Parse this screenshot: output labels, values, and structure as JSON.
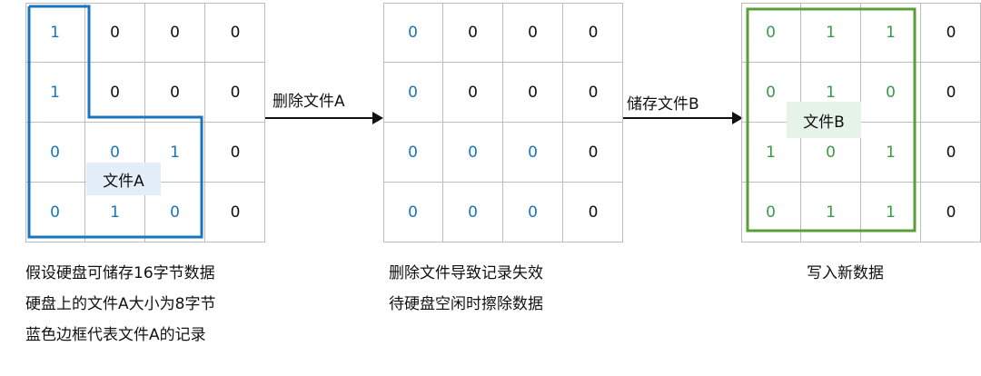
{
  "colors": {
    "file_a": "#1a75bc",
    "file_b": "#5a9e3a",
    "file_b_text": "#3a9a4a",
    "label_a_bg": "#e3eef8",
    "label_b_bg": "#e6f3e8",
    "grid_line": "#bdbdbd"
  },
  "panels": [
    {
      "cells": [
        [
          "1",
          "0",
          "0",
          "0"
        ],
        [
          "1",
          "0",
          "0",
          "0"
        ],
        [
          "0",
          "0",
          "1",
          "0"
        ],
        [
          "0",
          "1",
          "0",
          "0"
        ]
      ],
      "cell_colors": [
        [
          "blue",
          "black",
          "black",
          "black"
        ],
        [
          "blue",
          "black",
          "black",
          "black"
        ],
        [
          "blue",
          "blue",
          "blue",
          "black"
        ],
        [
          "blue",
          "blue",
          "blue",
          "black"
        ]
      ],
      "file_label": "文件A",
      "caption": [
        "假设硬盘可储存16字节数据",
        "硬盘上的文件A大小为8字节",
        "蓝色边框代表文件A的记录"
      ]
    },
    {
      "cells": [
        [
          "0",
          "0",
          "0",
          "0"
        ],
        [
          "0",
          "0",
          "0",
          "0"
        ],
        [
          "0",
          "0",
          "0",
          "0"
        ],
        [
          "0",
          "0",
          "0",
          "0"
        ]
      ],
      "cell_colors": [
        [
          "blue",
          "black",
          "black",
          "black"
        ],
        [
          "blue",
          "black",
          "black",
          "black"
        ],
        [
          "blue",
          "blue",
          "blue",
          "black"
        ],
        [
          "blue",
          "blue",
          "blue",
          "black"
        ]
      ],
      "caption": [
        "删除文件导致记录失效",
        "待硬盘空闲时擦除数据"
      ]
    },
    {
      "cells": [
        [
          "0",
          "1",
          "1",
          "0"
        ],
        [
          "0",
          "1",
          "0",
          "0"
        ],
        [
          "1",
          "0",
          "1",
          "0"
        ],
        [
          "0",
          "1",
          "1",
          "0"
        ]
      ],
      "cell_colors": [
        [
          "green",
          "green",
          "green",
          "black"
        ],
        [
          "green",
          "green",
          "green",
          "black"
        ],
        [
          "green",
          "green",
          "green",
          "black"
        ],
        [
          "green",
          "green",
          "green",
          "black"
        ]
      ],
      "file_label": "文件B",
      "caption": [
        "写入新数据"
      ]
    }
  ],
  "arrows": [
    {
      "label": "删除文件A"
    },
    {
      "label": "储存文件B"
    }
  ]
}
